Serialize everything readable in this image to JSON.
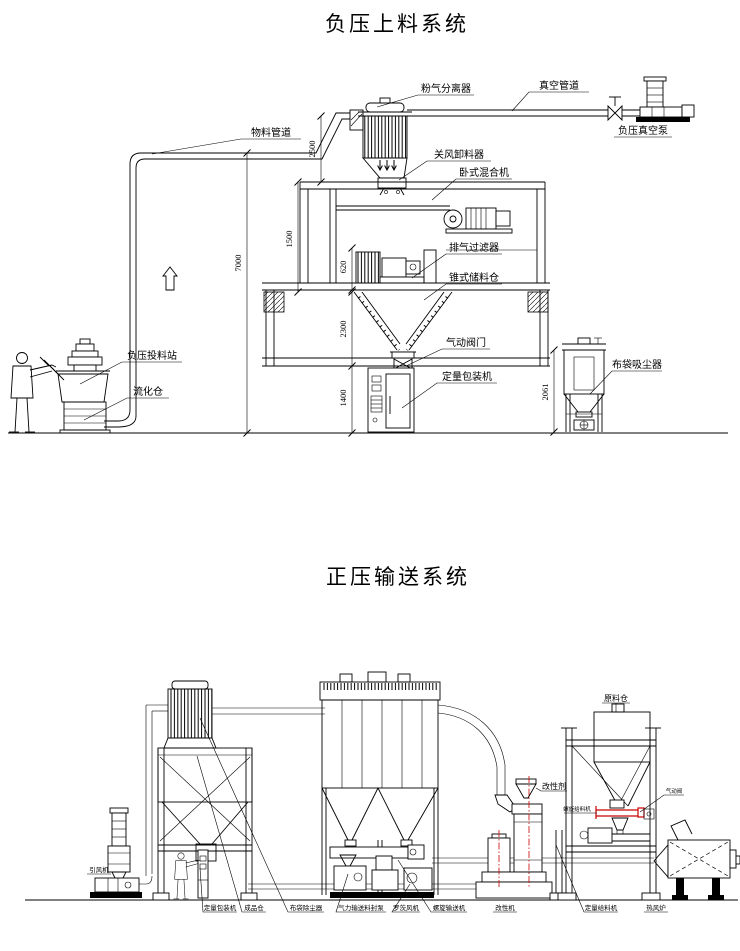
{
  "page": {
    "background": "#ffffff",
    "line_color": "#000000",
    "accent_red": "#cc0000"
  },
  "top": {
    "title": "负压上料系统",
    "labels": {
      "separator": "粉气分离器",
      "vacuum_pipe": "真空管道",
      "vacuum_pump": "负压真空泵",
      "material_pipe": "物料管道",
      "airlock": "关风卸料器",
      "mixer": "卧式混合机",
      "exhaust_filter": "排气过滤器",
      "cone_silo": "锥式储料仓",
      "pneumatic_valve": "气动阀门",
      "packer": "定量包装机",
      "feed_station": "负压投料站",
      "fluid_bin": "流化仓",
      "dust_collector": "布袋吸尘器"
    },
    "dims": {
      "d2500": "2500",
      "d1500": "1500",
      "d620": "620",
      "d7000": "7000",
      "d2300": "2300",
      "d1400": "1400",
      "d2061": "2061"
    }
  },
  "bottom": {
    "title": "正压输送系统",
    "labels": {
      "draft_fan": "引风机",
      "packer": "定量包装机",
      "product_silo": "成品仓",
      "bag_filter": "布袋除尘器",
      "conveying_pump": "气力输送料封泵",
      "roots_blower": "罗茨风机",
      "screw_conveyor": "螺旋输送机",
      "modifier_agent": "改性剂",
      "raw_silo": "原料仓",
      "screw_feeder": "螺旋给料机",
      "small_valve": "气动阀",
      "dosing_feeder": "定量给料机",
      "modifier_machine": "改性机",
      "hot_furnace": "热风炉"
    }
  }
}
